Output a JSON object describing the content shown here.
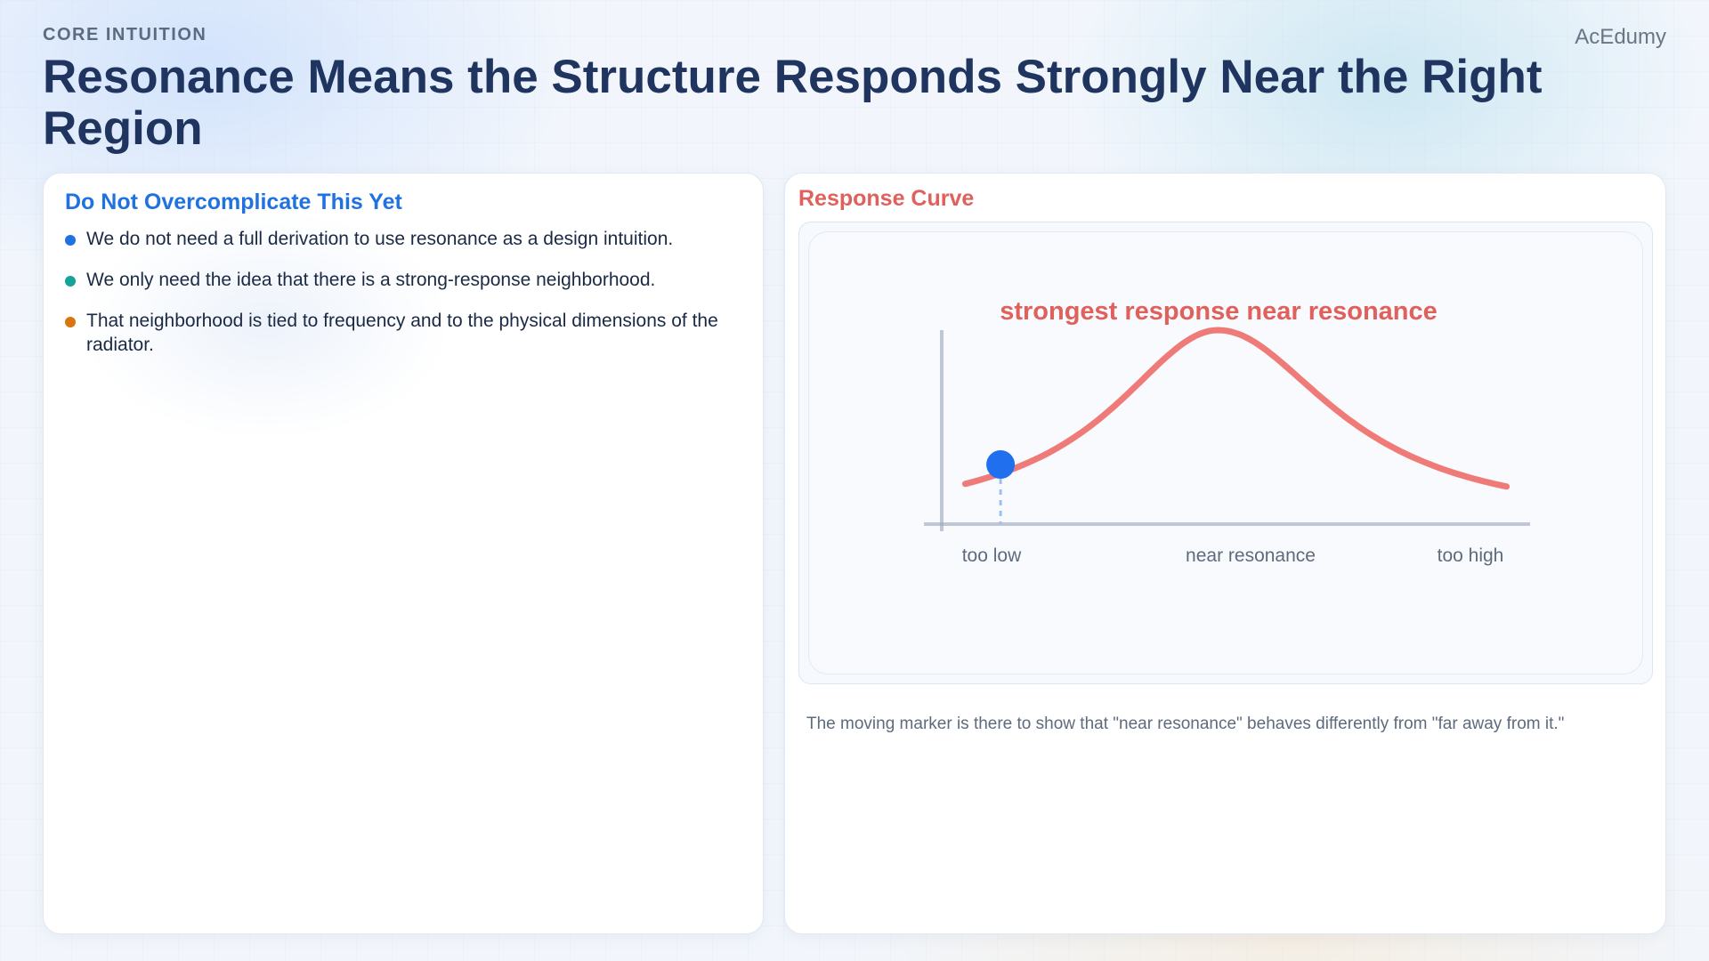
{
  "header": {
    "eyebrow": "CORE INTUITION",
    "brand": "AcEdumy",
    "title": "Resonance Means the Structure Responds Strongly Near the Right Region"
  },
  "left_card": {
    "heading": "Do Not Overcomplicate This Yet",
    "bullets": [
      {
        "text": "We do not need a full derivation to use resonance as a design intuition.",
        "color": "#1f72e0"
      },
      {
        "text": "We only need the idea that there is a strong-response neighborhood.",
        "color": "#14a39a"
      },
      {
        "text": "That neighborhood is tied to frequency and to the physical dimensions of the radiator.",
        "color": "#d9740f"
      }
    ]
  },
  "right_card": {
    "heading": "Response Curve",
    "caption": "The moving marker is there to show that \"near resonance\" behaves differently from \"far away from it.\""
  },
  "chart_data": {
    "type": "line",
    "title": "strongest response near resonance",
    "x_tick_labels": [
      "too low",
      "near resonance",
      "too high"
    ],
    "xlim": [
      0,
      1
    ],
    "ylim": [
      0,
      1
    ],
    "curve": {
      "peak_x": 0.47,
      "peak_y": 1.0,
      "width_left": 0.22,
      "width_right": 0.24,
      "x_start": 0.04,
      "x_end": 0.96
    },
    "marker": {
      "x": 0.1,
      "color": "#1f6fef"
    },
    "curve_color": "#ef7b79",
    "axis_color": "#9aa5b8",
    "title_color": "#e0605c",
    "label_color": "#5d6b7d",
    "grid": false
  }
}
